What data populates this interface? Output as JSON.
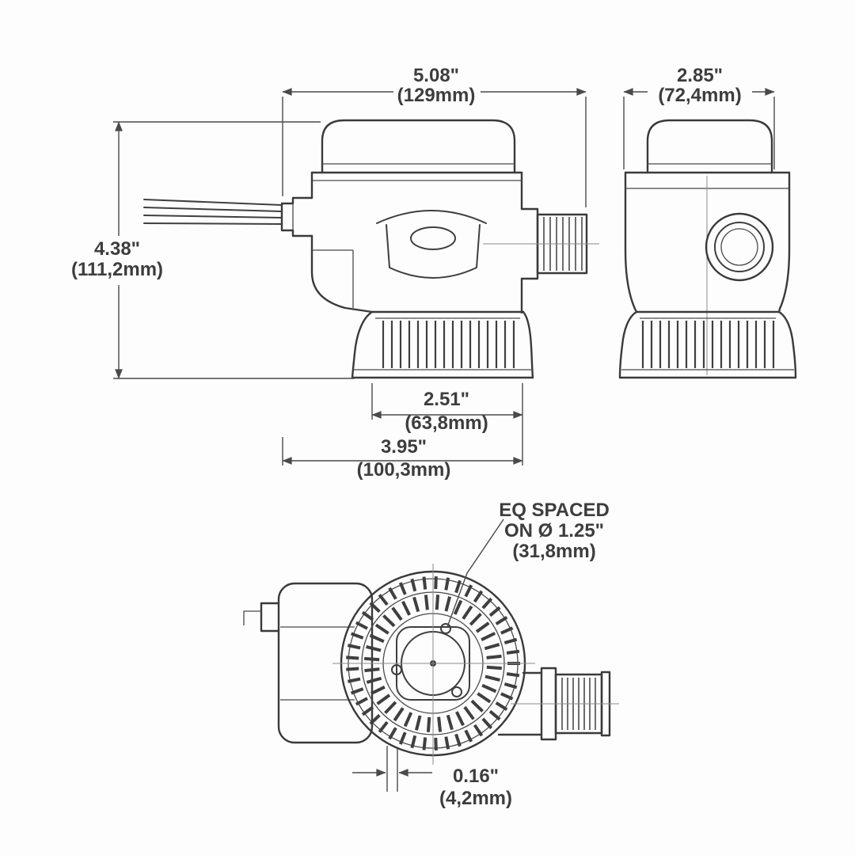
{
  "drawing": {
    "background": "#fdfdfd",
    "line_color": "#3a3a3a",
    "dim_color": "#4a4a4a",
    "text_color": "#3d3d3d"
  },
  "dims": {
    "overall_width": {
      "in": "5.08\"",
      "mm": "(129mm)"
    },
    "front_width": {
      "in": "2.85\"",
      "mm": "(72,4mm)"
    },
    "overall_height": {
      "in": "4.38\"",
      "mm": "(111,2mm)"
    },
    "strainer_width": {
      "in": "2.51\"",
      "mm": "(63,8mm)"
    },
    "base_width": {
      "in": "3.95\"",
      "mm": "(100,3mm)"
    },
    "hole_offset": {
      "in": "0.16\"",
      "mm": "(4,2mm)"
    },
    "bolt_circle": {
      "l1": "EQ SPACED",
      "l2": "ON Ø 1.25\"",
      "l3": "(31,8mm)"
    }
  }
}
